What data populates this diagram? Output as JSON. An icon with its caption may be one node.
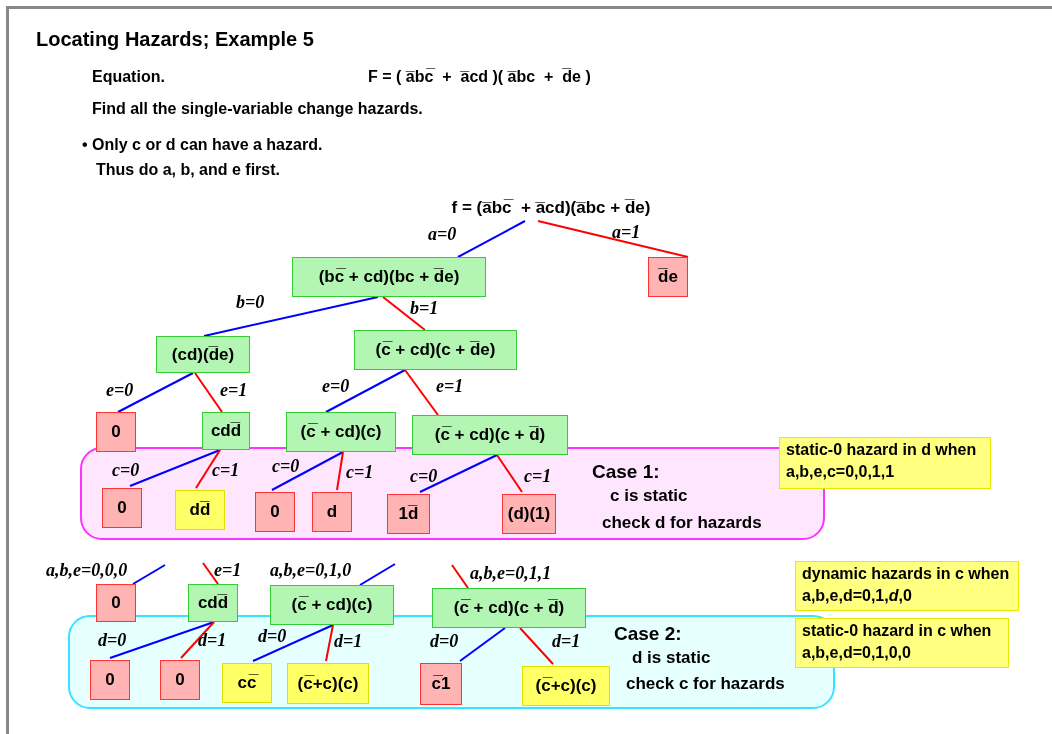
{
  "diagram": {
    "title": "Locating Hazards; Example 5",
    "nodes": [
      {
        "text": [
          "f = (a̅bc̅  + a̅cd)(a̅bc + d̅e)"
        ]
      },
      {
        "text": [
          "(bc̅ + cd)(bc + d̅e)"
        ]
      },
      {
        "text": [
          "d̅e"
        ]
      },
      {
        "text": [
          "(cd)(d̅e)"
        ]
      },
      {
        "text": [
          "(c̅ + cd)(c + d̅e)"
        ]
      },
      {
        "text": [
          "0"
        ]
      },
      {
        "text": [
          "cdd̅"
        ]
      },
      {
        "text": [
          "(c̅ + cd)(c)"
        ]
      },
      {
        "text": [
          "(c̅ + cd)(c + d̅)"
        ]
      },
      {
        "text": [
          "Case 1:",
          "c is static",
          "check d for hazards"
        ]
      },
      {
        "text": [
          "0"
        ],
        "in": 9
      },
      {
        "text": [
          "dd̅"
        ],
        "in": 9
      },
      {
        "text": [
          "0"
        ],
        "in": 9
      },
      {
        "text": [
          "d"
        ],
        "in": 9
      },
      {
        "text": [
          "1d̅"
        ],
        "in": 9
      },
      {
        "text": [
          "(d)(1)"
        ],
        "in": 9
      },
      {
        "text": [
          "static-0 hazard in d when a,b,e,c=0,0,1,1"
        ]
      },
      {
        "text": [
          "0"
        ]
      },
      {
        "text": [
          "cdd̅"
        ]
      },
      {
        "text": [
          "(c̅ + cd)(c)"
        ]
      },
      {
        "text": [
          "(c̅ + cd)(c + d̅)"
        ]
      },
      {
        "text": [
          "Case 2:",
          "d is static",
          "check c for hazards"
        ]
      },
      {
        "text": [
          "0"
        ],
        "in": 21
      },
      {
        "text": [
          "0"
        ],
        "in": 21
      },
      {
        "text": [
          "cc̅"
        ],
        "in": 21
      },
      {
        "text": [
          "(c̅+c)(c)"
        ],
        "in": 21
      },
      {
        "text": [
          "c̅1"
        ],
        "in": 21
      },
      {
        "text": [
          "(c̅+c)(c)"
        ],
        "in": 21
      },
      {
        "text": [
          "dynamic hazards in c when a,b,e,d=0,1,*d*,0"
        ]
      },
      {
        "text": [
          "static-0 hazard in c when a,b,e,d=0,1,0,0"
        ]
      }
    ],
    "edges": [
      {
        "from": 0,
        "to": 1,
        "arrow": "none",
        "label": "a=0",
        "color": "#0000ff"
      },
      {
        "from": 0,
        "to": 2,
        "arrow": "none",
        "label": "a=1",
        "color": "#ff0000"
      },
      {
        "from": 1,
        "to": 3,
        "arrow": "none",
        "label": "b=0",
        "color": "#0000ff"
      },
      {
        "from": 1,
        "to": 4,
        "arrow": "none",
        "label": "b=1",
        "color": "#ff0000"
      },
      {
        "from": 3,
        "to": 5,
        "arrow": "none",
        "label": "e=0",
        "color": "#0000ff"
      },
      {
        "from": 3,
        "to": 6,
        "arrow": "none",
        "label": "e=1",
        "color": "#ff0000"
      },
      {
        "from": 4,
        "to": 7,
        "arrow": "none",
        "label": "e=0",
        "color": "#0000ff"
      },
      {
        "from": 4,
        "to": 8,
        "arrow": "none",
        "label": "e=1",
        "color": "#ff0000"
      },
      {
        "from": 6,
        "to": 10,
        "arrow": "none",
        "label": "c=0",
        "color": "#0000ff"
      },
      {
        "from": 6,
        "to": 11,
        "arrow": "none",
        "label": "c=1",
        "color": "#ff0000"
      },
      {
        "from": 7,
        "to": 12,
        "arrow": "none",
        "label": "c=0",
        "color": "#0000ff"
      },
      {
        "from": 7,
        "to": 13,
        "arrow": "none",
        "label": "c=1",
        "color": "#ff0000"
      },
      {
        "from": 8,
        "to": 14,
        "arrow": "none",
        "label": "c=0",
        "color": "#0000ff"
      },
      {
        "from": 8,
        "to": 15,
        "arrow": "none",
        "label": "c=1",
        "color": "#ff0000"
      },
      {
        "from": null,
        "to": 17,
        "arrow": "none",
        "label": "a,b,e=0,0,0",
        "color": "#0000ff"
      },
      {
        "from": null,
        "to": 18,
        "arrow": "none",
        "label": "e=1",
        "color": "#ff0000"
      },
      {
        "from": null,
        "to": 19,
        "arrow": "none",
        "label": "a,b,e=0,1,0",
        "color": "#0000ff"
      },
      {
        "from": null,
        "to": 20,
        "arrow": "none",
        "label": "a,b,e=0,1,1",
        "color": "#ff0000"
      },
      {
        "from": 18,
        "to": 22,
        "arrow": "none",
        "label": "d=0",
        "color": "#0000ff"
      },
      {
        "from": 18,
        "to": 23,
        "arrow": "none",
        "label": "d=1",
        "color": "#ff0000"
      },
      {
        "from": 19,
        "to": 24,
        "arrow": "none",
        "label": "d=0",
        "color": "#0000ff"
      },
      {
        "from": 19,
        "to": 25,
        "arrow": "none",
        "label": "d=1",
        "color": "#ff0000"
      },
      {
        "from": 20,
        "to": 26,
        "arrow": "none",
        "label": "d=0",
        "color": "#0000ff"
      },
      {
        "from": 20,
        "to": 27,
        "arrow": "none",
        "label": "d=1",
        "color": "#ff0000"
      }
    ],
    "labels": [
      "Equation.",
      "F = ( a̅bc̅  +  a̅cd )( a̅bc  +  d̅e )",
      "Find all the single-variable change hazards.",
      "• Only c or d can have a hazard.",
      "Thus do a, b, and e first."
    ]
  }
}
